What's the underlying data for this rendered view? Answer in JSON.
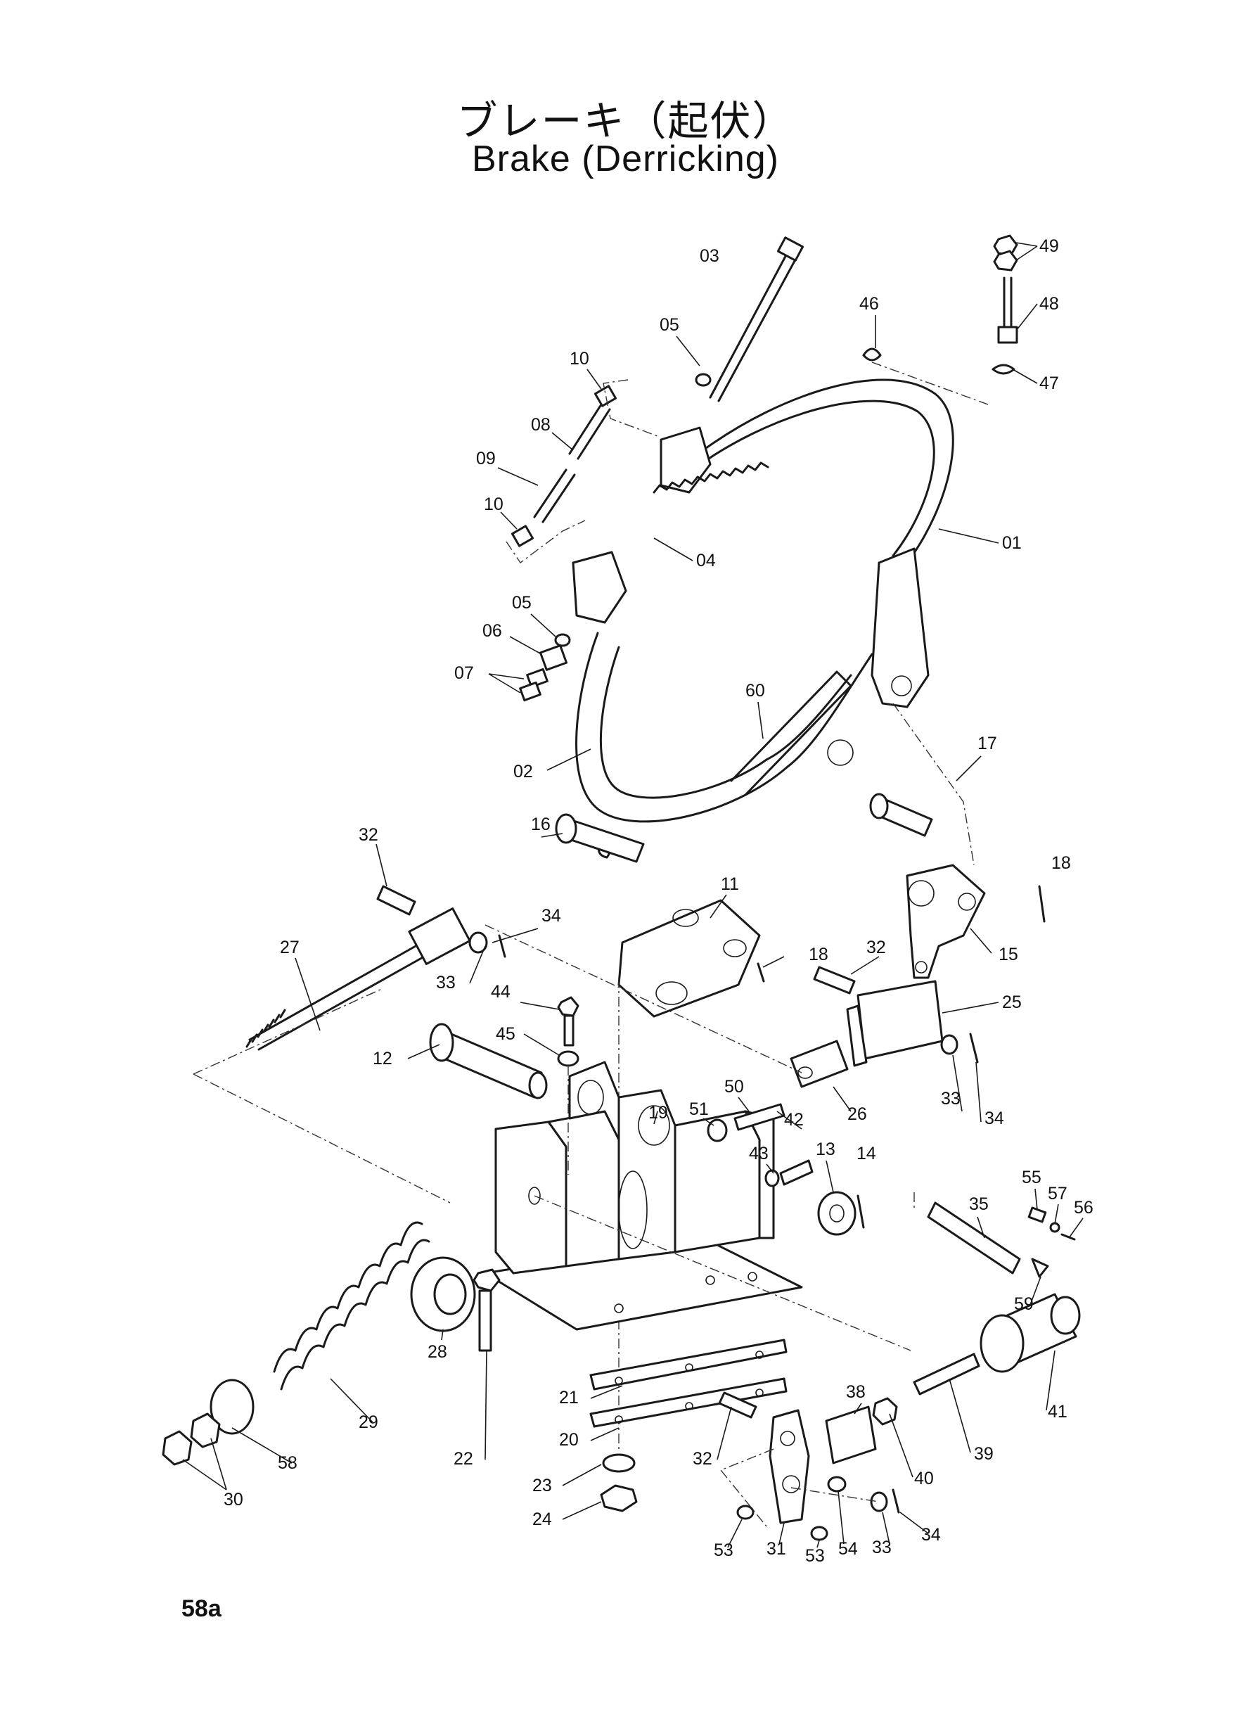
{
  "title": {
    "japanese": "ブレーキ（起伏）",
    "english": "Brake (Derricking)"
  },
  "page_number": "58a",
  "callouts": [
    "01",
    "02",
    "03",
    "04",
    "05",
    "05",
    "06",
    "07",
    "08",
    "09",
    "10",
    "10",
    "11",
    "12",
    "13",
    "14",
    "15",
    "16",
    "17",
    "18",
    "18",
    "19",
    "20",
    "21",
    "22",
    "23",
    "24",
    "25",
    "26",
    "27",
    "28",
    "29",
    "30",
    "31",
    "32",
    "32",
    "32",
    "33",
    "33",
    "33",
    "34",
    "34",
    "34",
    "35",
    "38",
    "39",
    "40",
    "41",
    "42",
    "43",
    "44",
    "45",
    "46",
    "47",
    "48",
    "49",
    "50",
    "51",
    "53",
    "53",
    "54",
    "55",
    "56",
    "57",
    "58",
    "59",
    "60"
  ]
}
